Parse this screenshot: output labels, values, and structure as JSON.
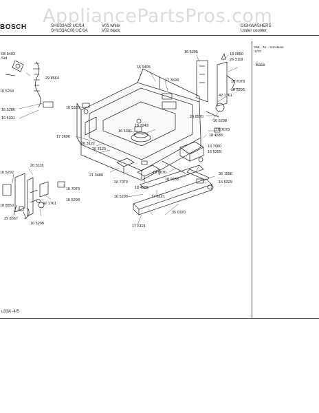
{
  "watermark": "AppliancePartsPros.com",
  "header": {
    "brand": "BOSCH",
    "models": [
      "SHU33A02 UC/14,",
      "SHU33AC06 UC/14."
    ],
    "variants": [
      "V01 white",
      "V02 black"
    ],
    "category": "DISHWASHERS",
    "subcategory": "Under counter"
  },
  "side_panel": {
    "heading": "Mat. - Nr. - Konstante",
    "code": "3740",
    "section": "Base"
  },
  "footer": {
    "page_ref": "u33A -4/5"
  },
  "parts": [
    "08 8403",
    "Set",
    "29 8564",
    "16 5268",
    "16 5286",
    "16 5331",
    "16 5330",
    "15 9495",
    "17 3698",
    "16 5295",
    "18 0850",
    "26 3119",
    "42 1761",
    "18 5295",
    "29 8570",
    "16 5208",
    "16 7078",
    "16 7243",
    "16 5301",
    "16 7079",
    "18 4585",
    "16 7080",
    "16 5299",
    "17 3696",
    "26 3122",
    "26 3123",
    "21 3486",
    "18 9870",
    "18 9633",
    "36 1556",
    "16 5329",
    "16 5292",
    "26 3116",
    "18 8850",
    "16 7078",
    "16 5298",
    "42 1761",
    "29 8567",
    "16 5298",
    "16 7079",
    "18 4585",
    "16 5299",
    "35 0320",
    "17 6121",
    "17 6121"
  ]
}
